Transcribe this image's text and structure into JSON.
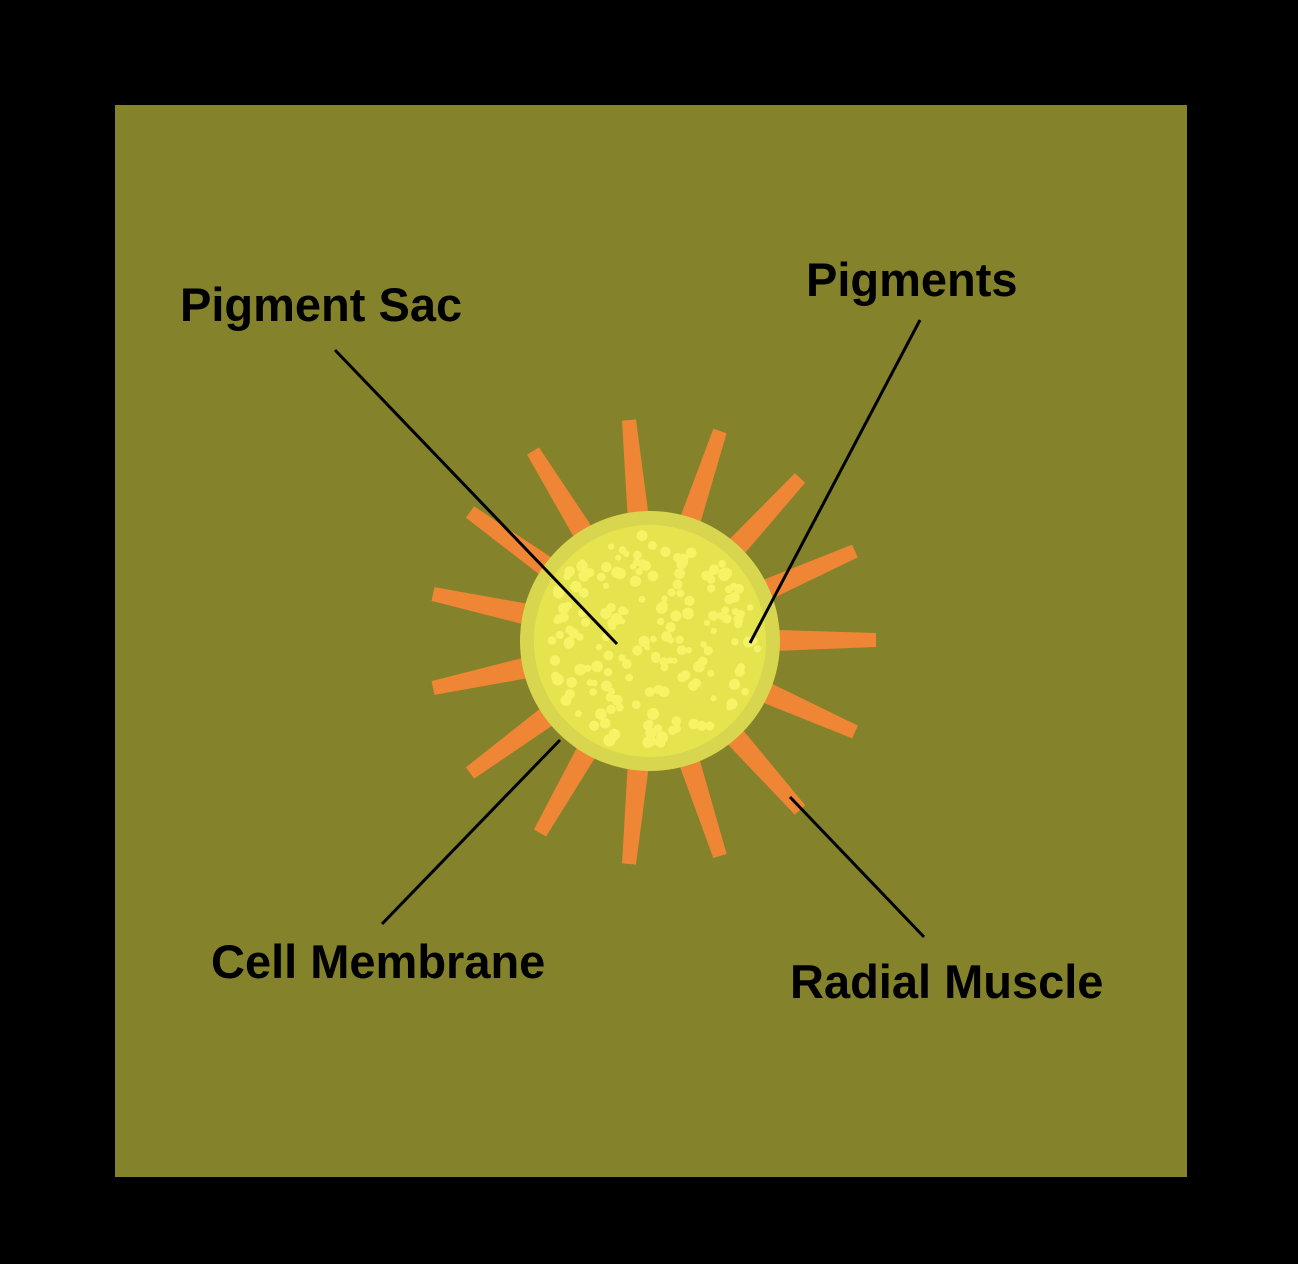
{
  "colors": {
    "background": "#000000",
    "panel": "#84822a",
    "muscle": "#ee8636",
    "membrane": "#d8d64e",
    "sac": "#e6e44e",
    "pigment": "#f6f466",
    "leader": "#000000"
  },
  "labels": {
    "pigment_sac": "Pigment Sac",
    "pigments": "Pigments",
    "cell_membrane": "Cell Membrane",
    "radial_muscle": "Radial Muscle"
  }
}
